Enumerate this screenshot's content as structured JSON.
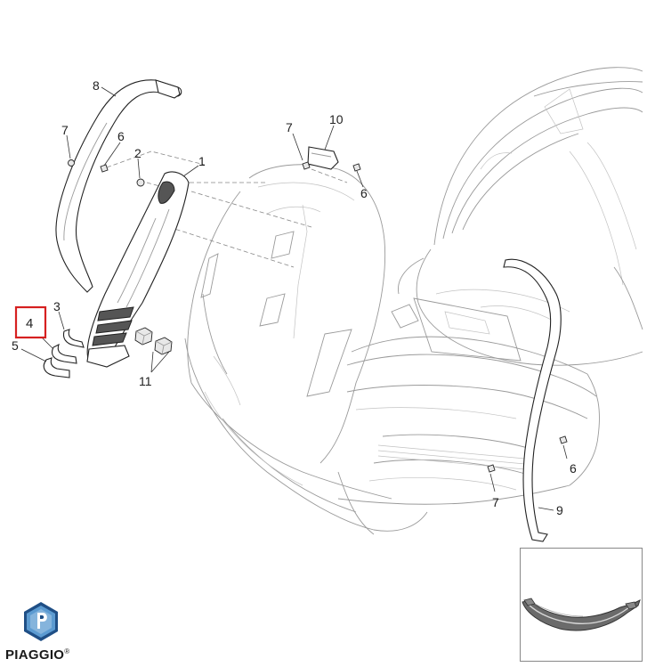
{
  "brand": {
    "name": "PIAGGIO",
    "registered_mark": "®"
  },
  "highlight": {
    "label": "4",
    "color": "#d62020"
  },
  "callouts": {
    "p1": "1",
    "p2": "2",
    "p3": "3",
    "p4": "4",
    "p5": "5",
    "p6a": "6",
    "p6b": "6",
    "p6c": "6",
    "p7a": "7",
    "p7b": "7",
    "p7c": "7",
    "p8": "8",
    "p9": "9",
    "p10": "10",
    "p11": "11"
  },
  "colors": {
    "logo_blue_dark": "#1f4f86",
    "logo_blue_light": "#5c9bd1",
    "inset_part": "#6b6b6b"
  }
}
